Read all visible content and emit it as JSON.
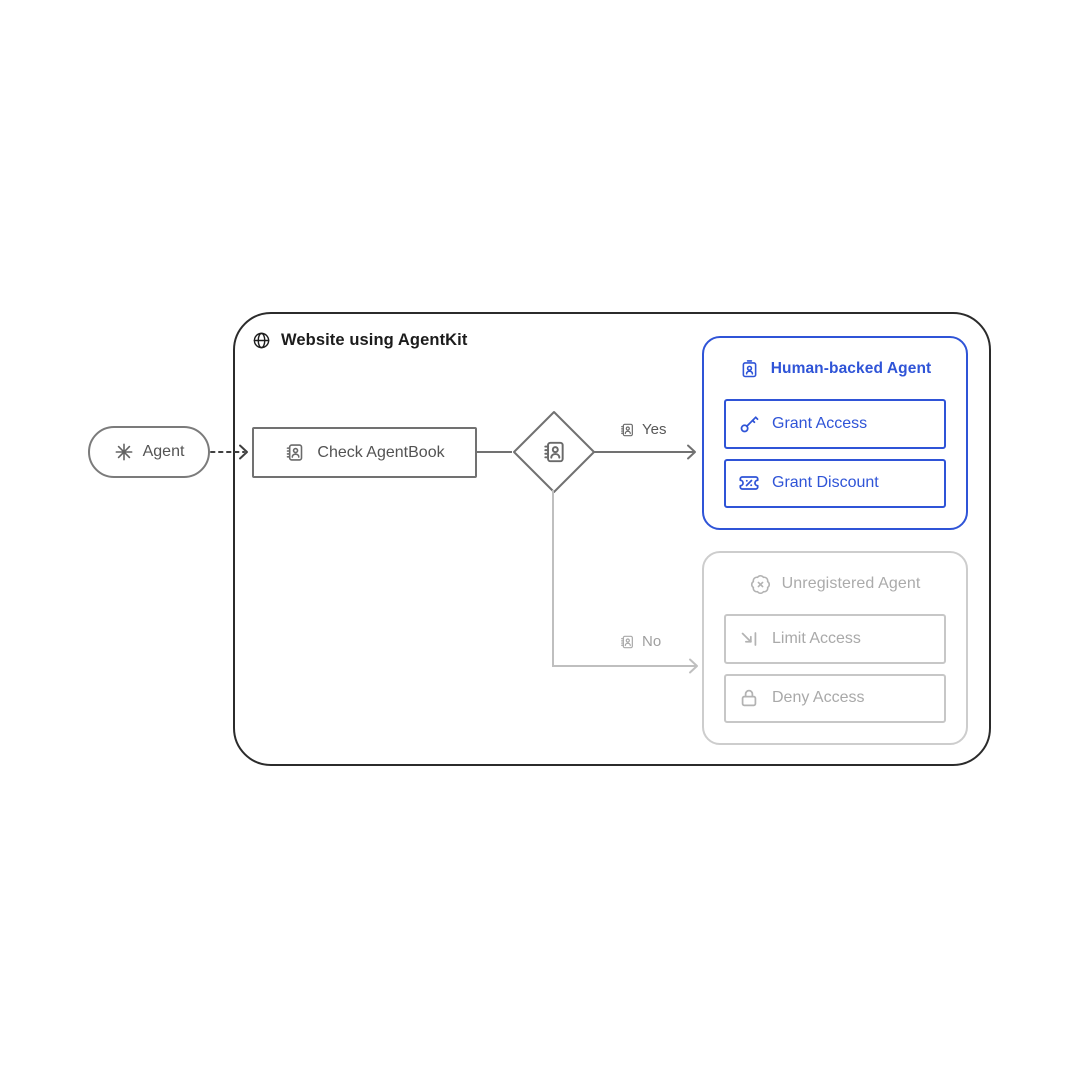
{
  "colors": {
    "accent_blue": "#2f54d7",
    "frame_border": "#2b2b2b",
    "mid_gray": "#717171",
    "text_gray": "#535353",
    "light_gray_border": "#cdcdcd",
    "muted_text": "#ababab"
  },
  "container": {
    "title": "Website using AgentKit",
    "icon": "globe-icon"
  },
  "flow": {
    "agent_node": {
      "label": "Agent",
      "icon": "asterisk-icon"
    },
    "check_node": {
      "label": "Check AgentBook",
      "icon": "address-book-icon"
    },
    "decision_node": {
      "icon": "address-book-icon"
    },
    "yes_edge": {
      "label": "Yes",
      "icon": "address-book-icon"
    },
    "no_edge": {
      "label": "No",
      "icon": "address-book-icon"
    }
  },
  "human_group": {
    "title": "Human-backed Agent",
    "icon": "id-badge-icon",
    "buttons": [
      {
        "label": "Grant Access",
        "icon": "key-icon"
      },
      {
        "label": "Grant Discount",
        "icon": "ticket-percent-icon"
      }
    ]
  },
  "unregistered_group": {
    "title": "Unregistered Agent",
    "icon": "badge-x-icon",
    "buttons": [
      {
        "label": "Limit Access",
        "icon": "arrow-down-right-icon"
      },
      {
        "label": "Deny Access",
        "icon": "lock-icon"
      }
    ]
  }
}
